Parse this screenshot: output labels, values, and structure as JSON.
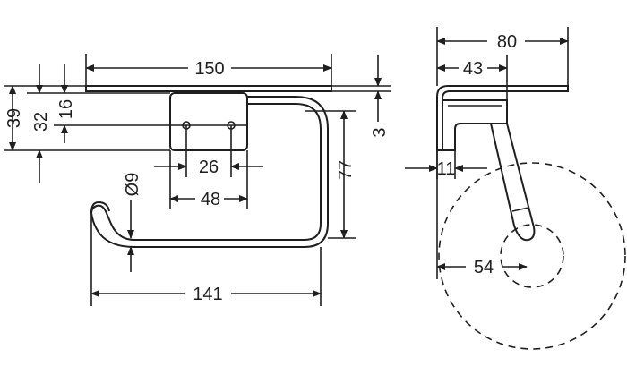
{
  "dimensions": {
    "front_width": "150",
    "front_height_39": "39",
    "front_height_32": "32",
    "front_height_16": "16",
    "shelf_thickness": "3",
    "holder_height": "77",
    "tube_diameter": "Ø9",
    "mount_center": "26",
    "mount_width": "48",
    "arm_length": "141",
    "side_depth": "80",
    "side_mount_depth": "43",
    "side_wall_gap": "11",
    "roll_offset": "54"
  },
  "colors": {
    "line": "#1f1f1f",
    "background": "#ffffff"
  }
}
